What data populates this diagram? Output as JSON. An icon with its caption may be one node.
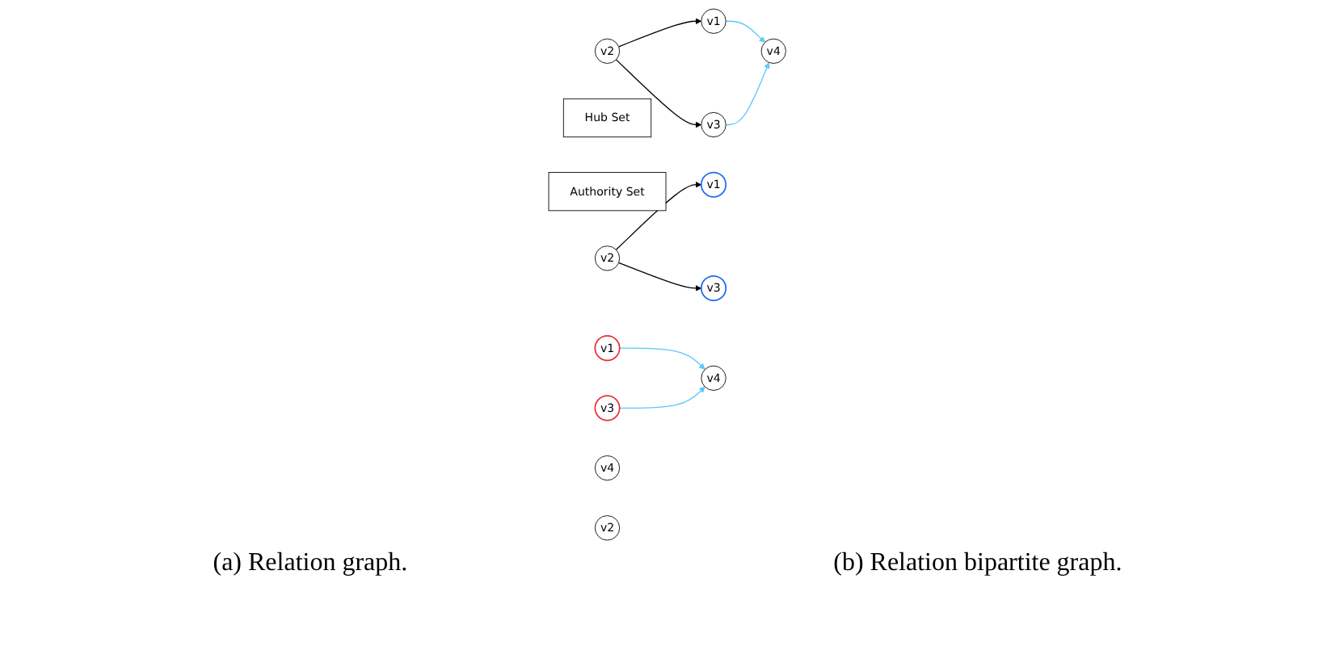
{
  "diagram": {
    "nodes": [
      {
        "text": [
          "v1"
        ]
      },
      {
        "text": [
          "v2"
        ]
      },
      {
        "text": [
          "v3"
        ]
      },
      {
        "text": [
          "v4"
        ]
      },
      {
        "text": [
          "Hub Set"
        ]
      },
      {
        "text": [
          "Authority Set"
        ]
      },
      {
        "text": [
          "v1"
        ]
      },
      {
        "text": [
          "v2"
        ]
      },
      {
        "text": [
          "v3"
        ]
      },
      {
        "text": [
          "v4"
        ]
      },
      {
        "text": [
          "v1"
        ]
      },
      {
        "text": [
          "v2"
        ]
      },
      {
        "text": [
          "v3"
        ]
      },
      {
        "text": [
          "v4"
        ]
      }
    ],
    "edges": [
      {
        "from": 1,
        "to": 0,
        "arrow": "to"
      },
      {
        "from": 1,
        "to": 2,
        "arrow": "to"
      },
      {
        "from": 0,
        "to": 3,
        "arrow": "to",
        "color": "#5ac8fa"
      },
      {
        "from": 2,
        "to": 3,
        "arrow": "to",
        "color": "#5ac8fa"
      },
      {
        "from": 7,
        "to": 10,
        "arrow": "to"
      },
      {
        "from": 7,
        "to": 12,
        "arrow": "to"
      },
      {
        "from": 6,
        "to": 13,
        "arrow": "to",
        "color": "#5ac8fa"
      },
      {
        "from": 8,
        "to": 13,
        "arrow": "to",
        "color": "#5ac8fa"
      }
    ],
    "labels": [
      "(a) Relation graph.",
      "(b) Relation bipartite graph."
    ]
  }
}
